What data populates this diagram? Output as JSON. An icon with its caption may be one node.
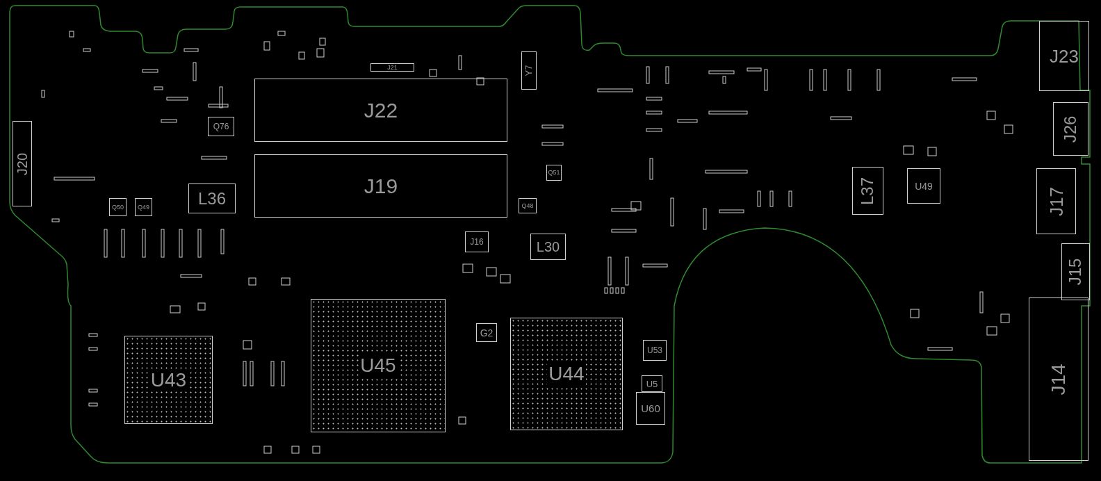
{
  "diagram": {
    "nodes": [
      {
        "text": [
          "J23"
        ]
      },
      {
        "text": [
          "Y7"
        ]
      },
      {
        "text": [
          "J21"
        ]
      },
      {
        "text": [
          "J22"
        ]
      },
      {
        "text": [
          "J26"
        ]
      },
      {
        "text": [
          "Q76"
        ]
      },
      {
        "text": [
          "J20"
        ]
      },
      {
        "text": [
          "J19"
        ]
      },
      {
        "text": [
          "Q51"
        ]
      },
      {
        "text": [
          "L37"
        ]
      },
      {
        "text": [
          "U49"
        ]
      },
      {
        "text": [
          "J17"
        ]
      },
      {
        "text": [
          "L36"
        ]
      },
      {
        "text": [
          "Q50"
        ]
      },
      {
        "text": [
          "Q49"
        ]
      },
      {
        "text": [
          "Q48"
        ]
      },
      {
        "text": [
          "J16"
        ]
      },
      {
        "text": [
          "L30"
        ]
      },
      {
        "text": [
          "J15"
        ]
      },
      {
        "text": [
          "J14"
        ]
      },
      {
        "text": [
          "U45"
        ]
      },
      {
        "text": [
          "G2"
        ]
      },
      {
        "text": [
          "U44"
        ]
      },
      {
        "text": [
          "U43"
        ]
      },
      {
        "text": [
          "U53"
        ]
      },
      {
        "text": [
          "U5"
        ]
      },
      {
        "text": [
          "U60"
        ]
      }
    ]
  }
}
